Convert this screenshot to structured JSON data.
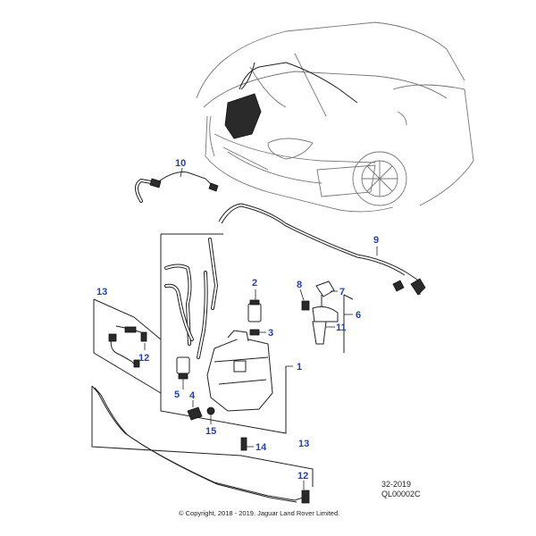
{
  "callouts": {
    "c1": "1",
    "c2": "2",
    "c3": "3",
    "c4": "4",
    "c5": "5",
    "c6": "6",
    "c7": "7",
    "c8": "8",
    "c9": "9",
    "c10": "10",
    "c11": "11",
    "c12a": "12",
    "c12b": "12",
    "c13a": "13",
    "c13b": "13",
    "c14": "14",
    "c15": "15"
  },
  "footer": {
    "ref_year": "32-2019",
    "ref_code": "QL00002C",
    "copyright": "© Copyright, 2018 - 2019. Jaguar Land Rover Limited."
  },
  "colors": {
    "callout": "#1f3fbf",
    "line": "#222222",
    "hose_accent": "#d33b2f"
  }
}
